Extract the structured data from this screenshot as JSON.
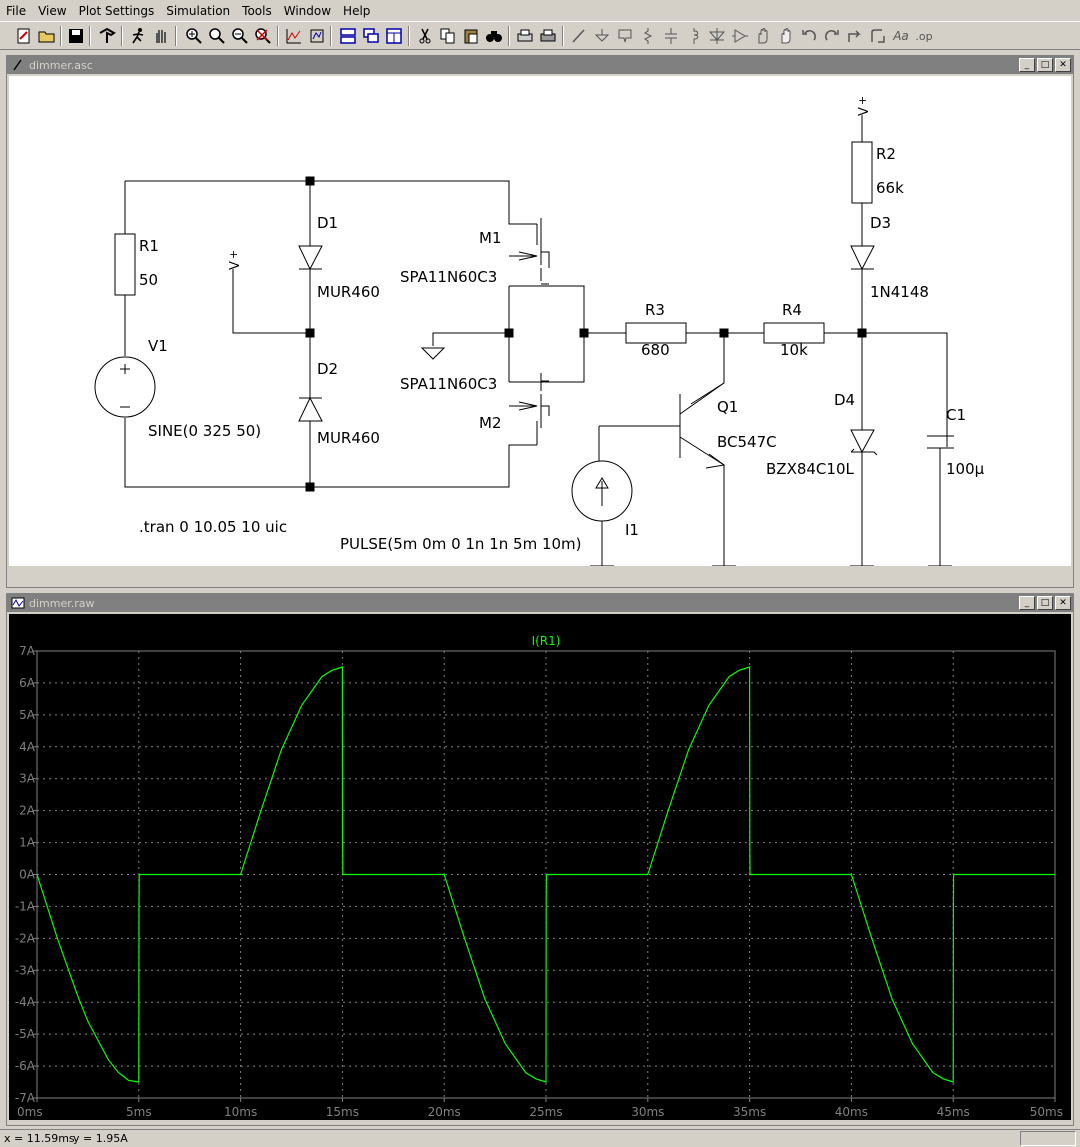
{
  "menu": [
    "File",
    "View",
    "Plot Settings",
    "Simulation",
    "Tools",
    "Window",
    "Help"
  ],
  "toolbar": {
    "icons": [
      "new-schematic-icon",
      "open-icon",
      "save-icon",
      "control-panel-icon",
      "run-icon",
      "halt-icon",
      "zoom-in-icon",
      "zoom-pan-icon",
      "zoom-out-icon",
      "zoom-fit-icon",
      "autorange-icon",
      "view-fft-icon",
      "tile-horizontal-icon",
      "cascade-icon",
      "tile-vertical-icon",
      "cut-icon",
      "copy-icon",
      "paste-icon",
      "find-icon",
      "print-preview-icon",
      "print-icon",
      "wire-icon",
      "ground-icon",
      "label-icon",
      "resistor-icon",
      "capacitor-icon",
      "inductor-icon",
      "diode-icon",
      "component-icon",
      "move-icon",
      "drag-icon",
      "undo-icon",
      "redo-icon",
      "rotate-icon",
      "mirror-icon",
      "text-icon",
      "spice-directive-icon"
    ]
  },
  "schematic_window": {
    "title": "dimmer.asc",
    "labels": {
      "r1": "R1",
      "r1_val": "50",
      "v1": "V1",
      "v1_val": "SINE(0 325 50)",
      "d1": "D1",
      "d1_val": "MUR460",
      "d2": "D2",
      "d2_val": "MUR460",
      "m1": "M1",
      "m1_val": "SPA11N60C3",
      "m2": "M2",
      "m2_val": "SPA11N60C3",
      "r3": "R3",
      "r3_val": "680",
      "r4": "R4",
      "r4_val": "10k",
      "r2": "R2",
      "r2_val": "66k",
      "d3": "D3",
      "d3_val": "1N4148",
      "d4": "D4",
      "d4_val": "BZX84C10L",
      "c1": "C1",
      "c1_val": "100µ",
      "q1": "Q1",
      "q1_val": "BC547C",
      "i1": "I1",
      "i1_val": "PULSE(5m 0m 0 1n 1n 5m 10m)",
      "tran": ".tran 0 10.05 10 uic",
      "vplus": "V",
      "plus": "+"
    }
  },
  "plot_window": {
    "title": "dimmer.raw",
    "trace_name": "I(R1)",
    "trace_color": "#00ff00"
  },
  "chart_data": {
    "type": "line",
    "title": "I(R1)",
    "xlabel": "",
    "ylabel": "",
    "x_ticks": [
      "0ms",
      "5ms",
      "10ms",
      "15ms",
      "20ms",
      "25ms",
      "30ms",
      "35ms",
      "40ms",
      "45ms",
      "50ms"
    ],
    "y_ticks": [
      "7A",
      "6A",
      "5A",
      "4A",
      "3A",
      "2A",
      "1A",
      "0A",
      "-1A",
      "-2A",
      "-3A",
      "-4A",
      "-5A",
      "-6A",
      "-7A"
    ],
    "xlim": [
      0,
      50
    ],
    "ylim": [
      -7,
      7
    ],
    "grid": true,
    "series": [
      {
        "name": "I(R1)",
        "color": "#00ff00",
        "x": [
          0,
          0.5,
          1,
          1.5,
          2,
          2.5,
          3,
          3.5,
          4,
          4.5,
          5,
          5.01,
          5.02,
          10,
          11,
          12,
          13,
          14,
          14.5,
          15,
          15.01,
          15.02,
          20,
          21,
          22,
          23,
          24,
          24.5,
          25,
          25.01,
          25.02,
          30,
          31,
          32,
          33,
          34,
          34.5,
          35,
          35.01,
          35.02,
          40,
          41,
          42,
          43,
          44,
          44.5,
          45,
          45.01,
          45.02,
          50
        ],
        "y": [
          0,
          -1.0,
          -2.0,
          -2.9,
          -3.8,
          -4.6,
          -5.2,
          -5.8,
          -6.2,
          -6.45,
          -6.5,
          -1.0,
          0,
          0,
          2.0,
          3.9,
          5.3,
          6.2,
          6.4,
          6.5,
          1.0,
          0,
          0,
          -2.0,
          -3.9,
          -5.3,
          -6.2,
          -6.4,
          -6.5,
          -1.0,
          0,
          0,
          2.0,
          3.9,
          5.3,
          6.2,
          6.4,
          6.5,
          1.0,
          0,
          0,
          -2.0,
          -3.9,
          -5.3,
          -6.2,
          -6.4,
          -6.5,
          -1.0,
          0,
          0
        ]
      }
    ]
  },
  "status": {
    "x": "x = 11.59ms",
    "y": "y = 1.95A"
  }
}
